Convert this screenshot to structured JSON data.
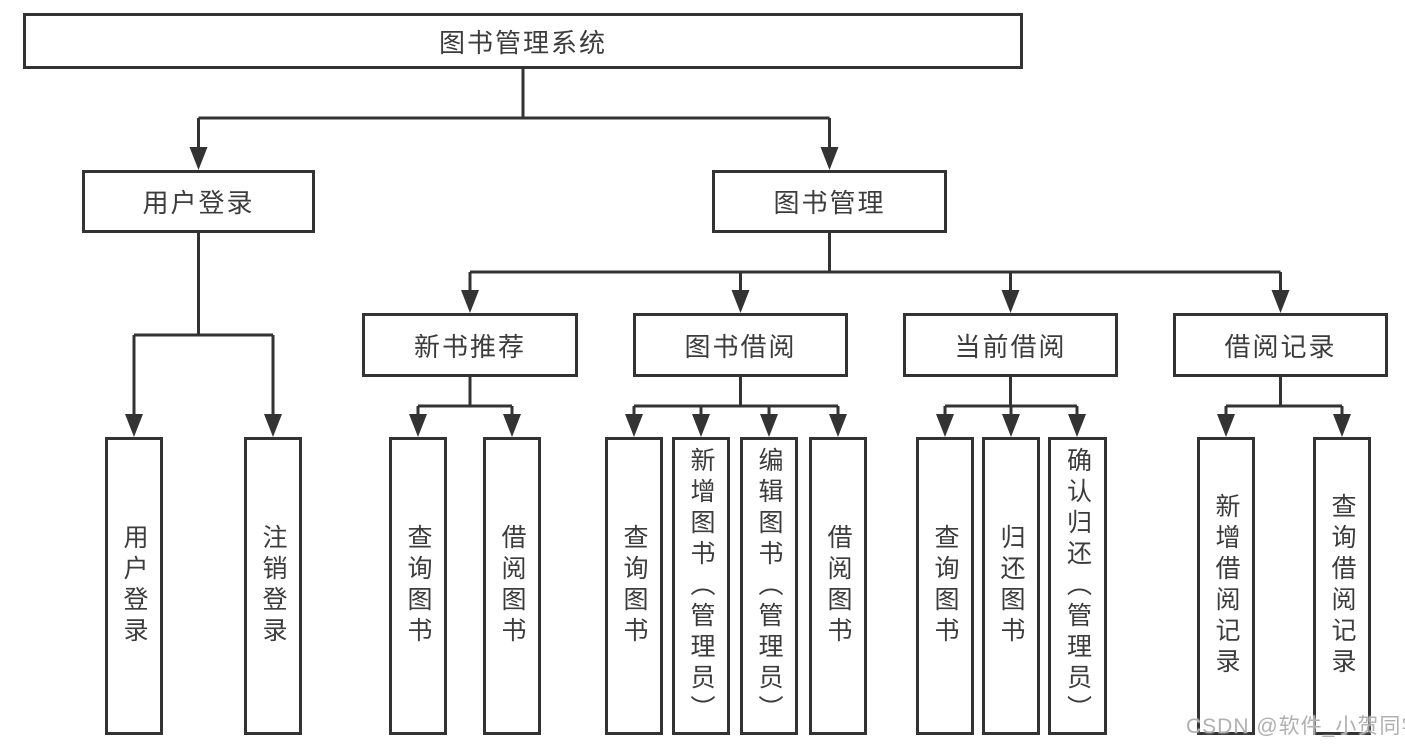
{
  "diagram": {
    "type": "tree",
    "line_color": "#333333",
    "text_color": "#3c3c3c",
    "box_background": "#ffffff",
    "root": {
      "label": "图书管理系统"
    },
    "level2": [
      {
        "label": "用户登录",
        "parent": "图书管理系统"
      },
      {
        "label": "图书管理",
        "parent": "图书管理系统"
      }
    ],
    "level3": [
      {
        "label": "新书推荐",
        "parent": "图书管理"
      },
      {
        "label": "图书借阅",
        "parent": "图书管理"
      },
      {
        "label": "当前借阅",
        "parent": "图书管理"
      },
      {
        "label": "借阅记录",
        "parent": "图书管理"
      }
    ],
    "leaves": [
      {
        "label": "用户登录",
        "parent": "用户登录"
      },
      {
        "label": "注销登录",
        "parent": "用户登录"
      },
      {
        "label": "查询图书",
        "parent": "新书推荐"
      },
      {
        "label": "借阅图书",
        "parent": "新书推荐"
      },
      {
        "label": "查询图书",
        "parent": "图书借阅"
      },
      {
        "label": "新增图书（管理员）",
        "parent": "图书借阅"
      },
      {
        "label": "编辑图书（管理员）",
        "parent": "图书借阅"
      },
      {
        "label": "借阅图书",
        "parent": "图书借阅"
      },
      {
        "label": "查询图书",
        "parent": "当前借阅"
      },
      {
        "label": "归还图书",
        "parent": "当前借阅"
      },
      {
        "label": "确认归还（管理员）",
        "parent": "当前借阅"
      },
      {
        "label": "新增借阅记录",
        "parent": "借阅记录"
      },
      {
        "label": "查询借阅记录",
        "parent": "借阅记录"
      }
    ]
  },
  "watermark": {
    "text": "CSDN @软件_小贺同学",
    "color": "#b0b0b0"
  }
}
